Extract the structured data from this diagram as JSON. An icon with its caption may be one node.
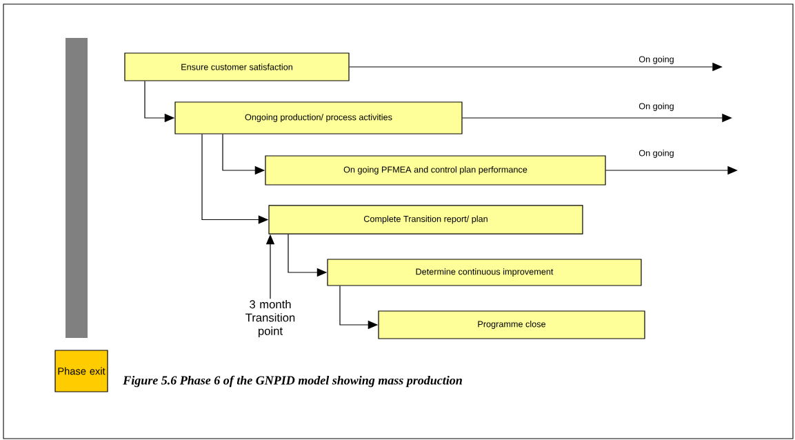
{
  "diagram": {
    "caption": "Figure 5.6 Phase 6 of the GNPID model showing mass production",
    "nodes": [
      {
        "text": [
          "Ensure customer satisfaction"
        ]
      },
      {
        "text": [
          "Ongoing production/ process activities"
        ]
      },
      {
        "text": [
          "On going PFMEA and control plan performance"
        ]
      },
      {
        "text": [
          "Complete Transition report/ plan"
        ]
      },
      {
        "text": [
          "Determine continuous improvement"
        ]
      },
      {
        "text": [
          "Programme close"
        ]
      },
      {
        "text": [
          "Phase exit"
        ]
      },
      {
        "text": [
          "3 month Transition point"
        ]
      },
      {
        "text": [],
        "shape": "bar"
      }
    ],
    "edges": [
      {
        "from": 0,
        "to": 1,
        "arrow": "to"
      },
      {
        "from": 1,
        "to": 2,
        "arrow": "to"
      },
      {
        "from": 1,
        "to": 3,
        "arrow": "to"
      },
      {
        "from": 3,
        "to": 4,
        "arrow": "to"
      },
      {
        "from": 4,
        "to": 5,
        "arrow": "to"
      },
      {
        "from": 7,
        "to": 3,
        "arrow": "to"
      },
      {
        "from": 0,
        "to": null,
        "arrow": "to",
        "label": "On going"
      },
      {
        "from": 1,
        "to": null,
        "arrow": "to",
        "label": "On going"
      },
      {
        "from": 2,
        "to": null,
        "arrow": "to",
        "label": "On going"
      }
    ]
  }
}
